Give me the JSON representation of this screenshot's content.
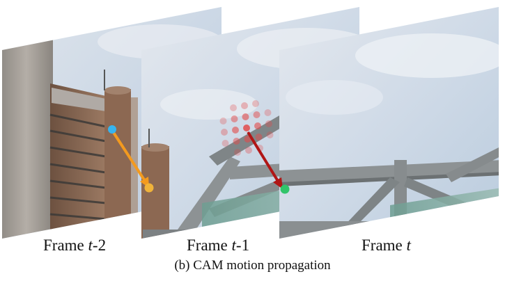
{
  "frames": [
    {
      "label_prefix": "Frame ",
      "label_var": "t",
      "label_suffix": "-2"
    },
    {
      "label_prefix": "Frame ",
      "label_var": "t",
      "label_suffix": "-1"
    },
    {
      "label_prefix": "Frame ",
      "label_var": "t",
      "label_suffix": ""
    }
  ],
  "caption": "(b) CAM motion propagation",
  "colors": {
    "sky": "#c9d6e6",
    "building": "#8a6a52",
    "concrete": "#a49f98",
    "steel": "#8d9294",
    "glass": "#7aa69c",
    "blue_point": "#36b4ef",
    "orange_point": "#f0b33a",
    "orange_arrow": "#f39a1f",
    "green_point": "#31c46a",
    "red_arrow": "#b01616",
    "red_dots": "#e24a4a"
  }
}
